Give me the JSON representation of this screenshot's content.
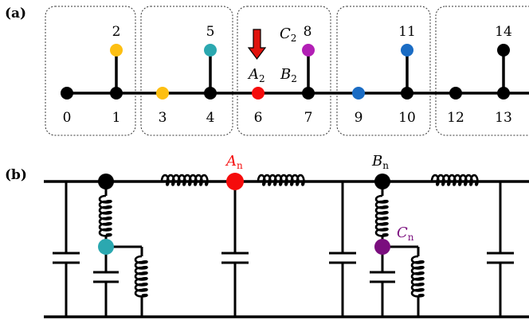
{
  "panel_a": {
    "label": "(a)",
    "node_numbers": [
      "0",
      "1",
      "2",
      "3",
      "4",
      "5",
      "6",
      "7",
      "8",
      "9",
      "10",
      "11",
      "12",
      "13",
      "14"
    ],
    "label_A": "A",
    "label_A_sub": "2",
    "label_B": "B",
    "label_B_sub": "2",
    "label_C": "C",
    "label_C_sub": "2"
  },
  "panel_b": {
    "label": "(b)",
    "label_A": "A",
    "label_A_sub": "n",
    "label_B": "B",
    "label_B_sub": "n",
    "label_C": "C",
    "label_C_sub": "n"
  },
  "colors": {
    "black": "#000000",
    "yellow": "#FDBF12",
    "teal": "#2BA8B0",
    "red": "#F50C0C",
    "magenta": "#B21FB5",
    "blue": "#1A6CC4",
    "purple": "#7A0E7E",
    "arrow": "#E0120C"
  }
}
